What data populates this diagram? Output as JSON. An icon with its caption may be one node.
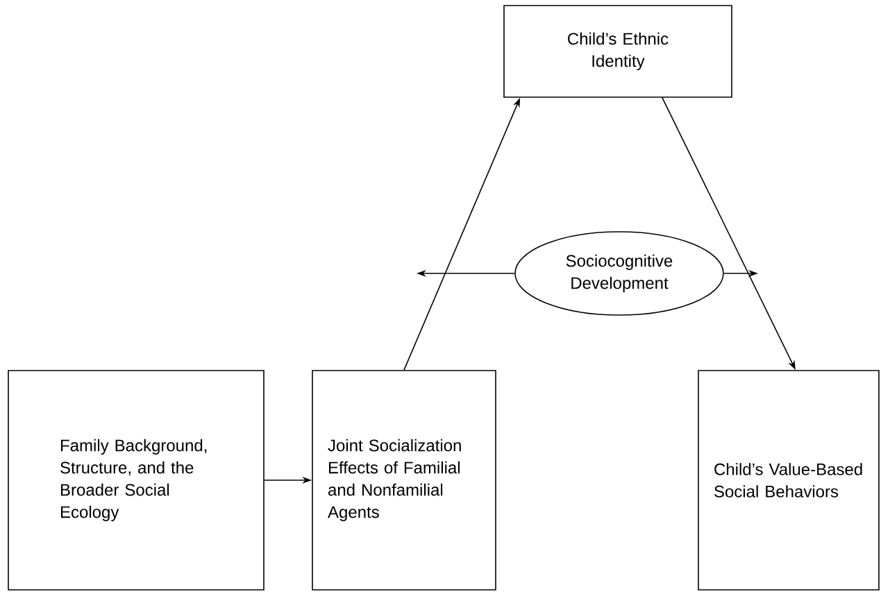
{
  "diagram": {
    "nodes": [
      {
        "text": [
          "Child’s Ethnic Identity"
        ]
      },
      {
        "text": [
          "Sociocognitive Development"
        ]
      },
      {
        "text": [
          "Family Background, Structure, and the Broader Social Ecology"
        ]
      },
      {
        "text": [
          "Joint Socialization Effects of Familial and Nonfamilial Agents"
        ]
      },
      {
        "text": [
          "Child’s Value-Based Social Behaviors"
        ]
      }
    ],
    "edges": [
      {
        "from": 2,
        "to": 3,
        "arrow": "to"
      },
      {
        "from": 3,
        "to": 0,
        "arrow": "to"
      },
      {
        "from": 0,
        "to": 4,
        "arrow": "to"
      },
      {
        "from": 1,
        "to": null,
        "arrow": "to"
      },
      {
        "from": 1,
        "to": null,
        "arrow": "to"
      }
    ]
  }
}
